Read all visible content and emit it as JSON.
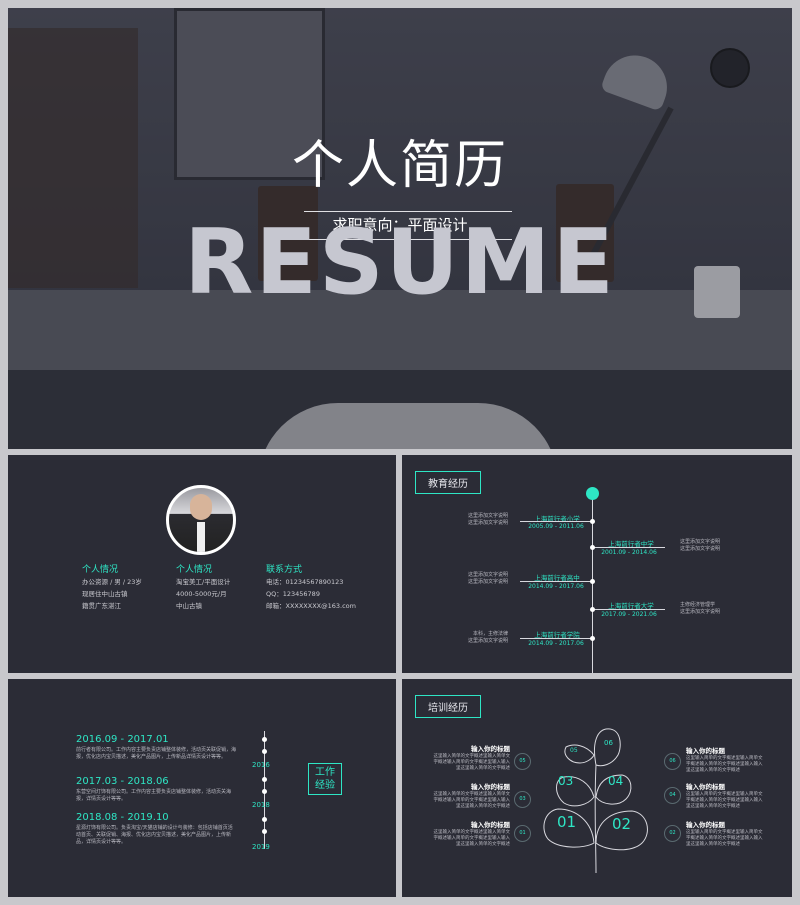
{
  "hero": {
    "title": "个人简历",
    "subtitle": "求职意向：平面设计",
    "big_word": "RESUME"
  },
  "profile": {
    "col1": {
      "heading": "个人情况",
      "lines": [
        "办公资源 / 男 / 23岁",
        "现居住中山古镇",
        "籍贯广东湛江"
      ]
    },
    "col2": {
      "heading": "个人情况",
      "lines": [
        "淘宝美工/平面设计",
        "4000-5000元/月",
        "中山古镇"
      ]
    },
    "col3": {
      "heading": "联系方式",
      "lines": [
        "电话：01234567890123",
        "QQ：123456789",
        "邮箱：XXXXXXXX@163.com"
      ]
    }
  },
  "education": {
    "title": "教育经历",
    "items": [
      {
        "school": "上海前行者小学",
        "date": "2005.09 - 2011.06",
        "desc": [
          "这里添加文字说明",
          "这里添加文字说明"
        ],
        "side": "left"
      },
      {
        "school": "上海前行者中学",
        "date": "2001.09 - 2014.06",
        "desc": [
          "这里添加文字说明",
          "这里添加文字说明"
        ],
        "side": "right"
      },
      {
        "school": "上海前行者高中",
        "date": "2014.09 - 2017.06",
        "desc": [
          "这里添加文字说明",
          "这里添加文字说明"
        ],
        "side": "left"
      },
      {
        "school": "上海前行者大学",
        "date": "2017.09 - 2021.06",
        "desc": [
          "主修经济管理学",
          "这里添加文字说明"
        ],
        "side": "right"
      },
      {
        "school": "上海前行者学院",
        "date": "2014.09 - 2017.06",
        "desc": [
          "本科，主修法律",
          "这里添加文字说明"
        ],
        "side": "left"
      }
    ]
  },
  "work": {
    "label_line1": "工作",
    "label_line2": "经验",
    "entries": [
      {
        "date": "2016.09 - 2017.01",
        "text": "前行者有限公司。工作内容主要负责店铺整体装修，活动页关联促销，海报，优化店内宝贝描述，美化产品图片，上传新品详情页设计等等。"
      },
      {
        "date": "2017.03 - 2018.06",
        "text": "东营空间灯饰有限公司。工作内容主要负责店铺整体装修，活动页关海报，详情页设计等等。"
      },
      {
        "date": "2018.08 - 2019.10",
        "text": "星源灯饰有限公司。负责淘宝/天猫店铺的设计与装修：包括店铺首页活动首页、关联促销、海报、优化店内宝贝描述，美化产品图片，上传新品，详情页设计等等。"
      }
    ],
    "years": [
      "2016",
      "2018",
      "2019"
    ]
  },
  "training": {
    "title": "培训经历",
    "left": [
      {
        "num": "05",
        "title": "输入你的标题",
        "desc": [
          "这里输入简单的文字概述里输入简单文",
          "字概述输入简单的文字概述里输入输入",
          "里这里输入简单的文字概述"
        ]
      },
      {
        "num": "03",
        "title": "输入你的标题",
        "desc": [
          "这里输入简单的文字概述里输入简单文",
          "字概述输入简单的文字概述里输入输入",
          "里这里输入简单的文字概述"
        ]
      },
      {
        "num": "01",
        "title": "输入你的标题",
        "desc": [
          "这里输入简单的文字概述里输入简单文",
          "字概述输入简单的文字概述里输入输入",
          "里这里输入简单的文字概述"
        ]
      }
    ],
    "right": [
      {
        "num": "06",
        "title": "输入你的标题",
        "desc": [
          "这里输入简单的文字概述里输入简单文",
          "字概述输入简单的文字概述里输入输入",
          "里这里输入简单的文字概述"
        ]
      },
      {
        "num": "04",
        "title": "输入你的标题",
        "desc": [
          "这里输入简单的文字概述里输入简单文",
          "字概述输入简单的文字概述里输入输入",
          "里这里输入简单的文字概述"
        ]
      },
      {
        "num": "02",
        "title": "输入你的标题",
        "desc": [
          "这里输入简单的文字概述里输入简单文",
          "字概述输入简单的文字概述里输入输入",
          "里这里输入简单的文字概述"
        ]
      }
    ],
    "leaves": [
      "06",
      "05",
      "04",
      "03",
      "02",
      "01"
    ]
  },
  "colors": {
    "accent": "#2ee6c5",
    "slide_bg": "#2b2c36",
    "frame": "#c8c8cc"
  }
}
